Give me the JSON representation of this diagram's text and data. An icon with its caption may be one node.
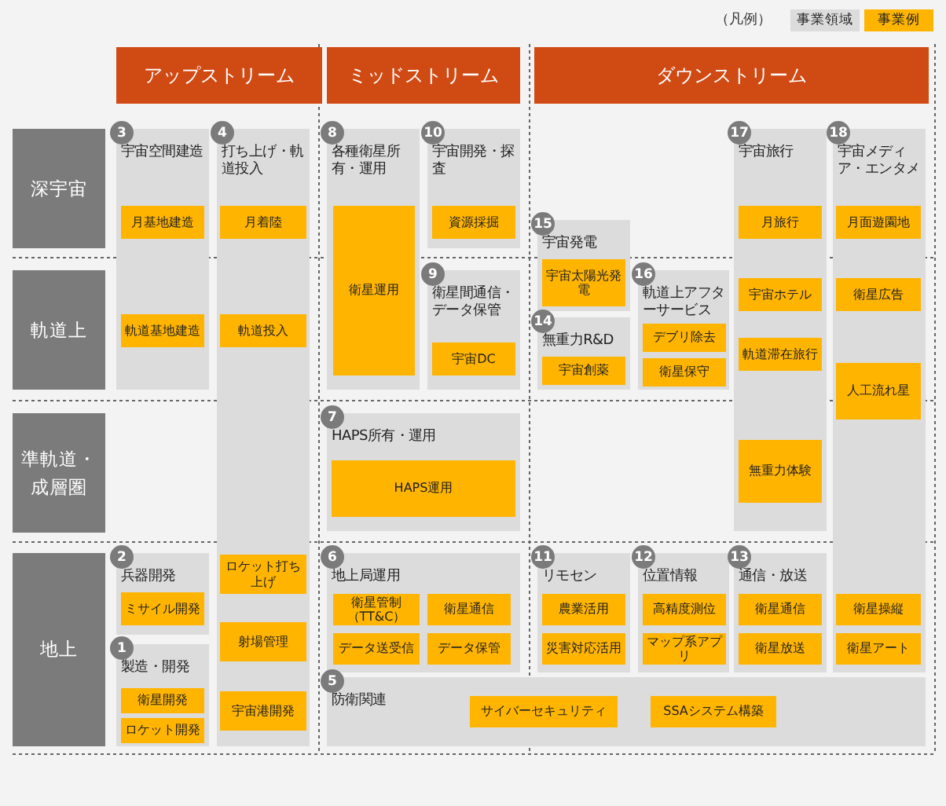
{
  "diagram": {
    "nodes": [
      {
        "text": [
          "アップストリーム"
        ]
      },
      {
        "text": [
          "ミッドストリーム"
        ]
      },
      {
        "text": [
          "ダウンストリーム"
        ]
      },
      {
        "text": [
          "深宇宙"
        ]
      },
      {
        "text": [
          "軌道上"
        ]
      },
      {
        "text": [
          "準軌道・成層圏"
        ]
      },
      {
        "text": [
          "地上"
        ]
      },
      {
        "text": [
          "3",
          "宇宙空間建造"
        ]
      },
      {
        "text": [
          "月基地建造"
        ],
        "in": 7
      },
      {
        "text": [
          "軌道基地建造"
        ],
        "in": 7
      },
      {
        "text": [
          "4",
          "打ち上げ・軌道投入"
        ]
      },
      {
        "text": [
          "月着陸"
        ],
        "in": 10
      },
      {
        "text": [
          "軌道投入"
        ],
        "in": 10
      },
      {
        "text": [
          "ロケット打ち上げ"
        ],
        "in": 10
      },
      {
        "text": [
          "射場管理"
        ],
        "in": 10
      },
      {
        "text": [
          "宇宙港開発"
        ],
        "in": 10
      },
      {
        "text": [
          "8",
          "各種衛星所有・運用"
        ]
      },
      {
        "text": [
          "衛星運用"
        ],
        "in": 16
      },
      {
        "text": [
          "10",
          "宇宙開発・探査"
        ]
      },
      {
        "text": [
          "資源採掘"
        ],
        "in": 18
      },
      {
        "text": [
          "17",
          "宇宙旅行"
        ]
      },
      {
        "text": [
          "月旅行"
        ],
        "in": 20
      },
      {
        "text": [
          "宇宙ホテル"
        ],
        "in": 20
      },
      {
        "text": [
          "軌道滞在旅行"
        ],
        "in": 20
      },
      {
        "text": [
          "無重力体験"
        ],
        "in": 20
      },
      {
        "text": [
          "18",
          "宇宙メディア・エンタメ"
        ]
      },
      {
        "text": [
          "月面遊園地"
        ],
        "in": 25
      },
      {
        "text": [
          "衛星広告"
        ],
        "in": 25
      },
      {
        "text": [
          "人工流れ星"
        ],
        "in": 25
      },
      {
        "text": [
          "衛星操縦"
        ],
        "in": 25
      },
      {
        "text": [
          "衛星アート"
        ],
        "in": 25
      },
      {
        "text": [
          "15",
          "宇宙発電"
        ]
      },
      {
        "text": [
          "宇宙太陽光発電"
        ],
        "in": 31
      },
      {
        "text": [
          "9",
          "衛星間通信・データ保管"
        ]
      },
      {
        "text": [
          "宇宙DC"
        ],
        "in": 33
      },
      {
        "text": [
          "16",
          "軌道上アフターサービス"
        ]
      },
      {
        "text": [
          "デブリ除去"
        ],
        "in": 35
      },
      {
        "text": [
          "衛星保守"
        ],
        "in": 35
      },
      {
        "text": [
          "14",
          "無重力R&D"
        ]
      },
      {
        "text": [
          "宇宙創薬"
        ],
        "in": 38
      },
      {
        "text": [
          "7",
          "HAPS所有・運用"
        ]
      },
      {
        "text": [
          "HAPS運用"
        ],
        "in": 40
      },
      {
        "text": [
          "2",
          "兵器開発"
        ]
      },
      {
        "text": [
          "ミサイル開発"
        ],
        "in": 42
      },
      {
        "text": [
          "6",
          "地上局運用"
        ]
      },
      {
        "text": [
          "衛星管制（TT&C）"
        ],
        "in": 44
      },
      {
        "text": [
          "衛星通信"
        ],
        "in": 44
      },
      {
        "text": [
          "データ送受信"
        ],
        "in": 44
      },
      {
        "text": [
          "データ保管"
        ],
        "in": 44
      },
      {
        "text": [
          "11",
          "リモセン"
        ]
      },
      {
        "text": [
          "農業活用"
        ],
        "in": 49
      },
      {
        "text": [
          "災害対応活用"
        ],
        "in": 49
      },
      {
        "text": [
          "12",
          "位置情報"
        ]
      },
      {
        "text": [
          "高精度測位"
        ],
        "in": 52
      },
      {
        "text": [
          "マップ系アプリ"
        ],
        "in": 52
      },
      {
        "text": [
          "13",
          "通信・放送"
        ]
      },
      {
        "text": [
          "衛星通信"
        ],
        "in": 55
      },
      {
        "text": [
          "衛星放送"
        ],
        "in": 55
      },
      {
        "text": [
          "1",
          "製造・開発"
        ]
      },
      {
        "text": [
          "衛星開発"
        ],
        "in": 58
      },
      {
        "text": [
          "ロケット開発"
        ],
        "in": 58
      },
      {
        "text": [
          "5",
          "防衛関連"
        ]
      },
      {
        "text": [
          "サイバーセキュリティ"
        ],
        "in": 61
      },
      {
        "text": [
          "SSAシステム構築"
        ],
        "in": 61
      }
    ],
    "labels": [
      "（凡例）"
    ],
    "legend": [
      {
        "text": "事業領域",
        "color": "#dcdcdc"
      },
      {
        "text": "事業例",
        "color": "#ffb400"
      }
    ]
  }
}
